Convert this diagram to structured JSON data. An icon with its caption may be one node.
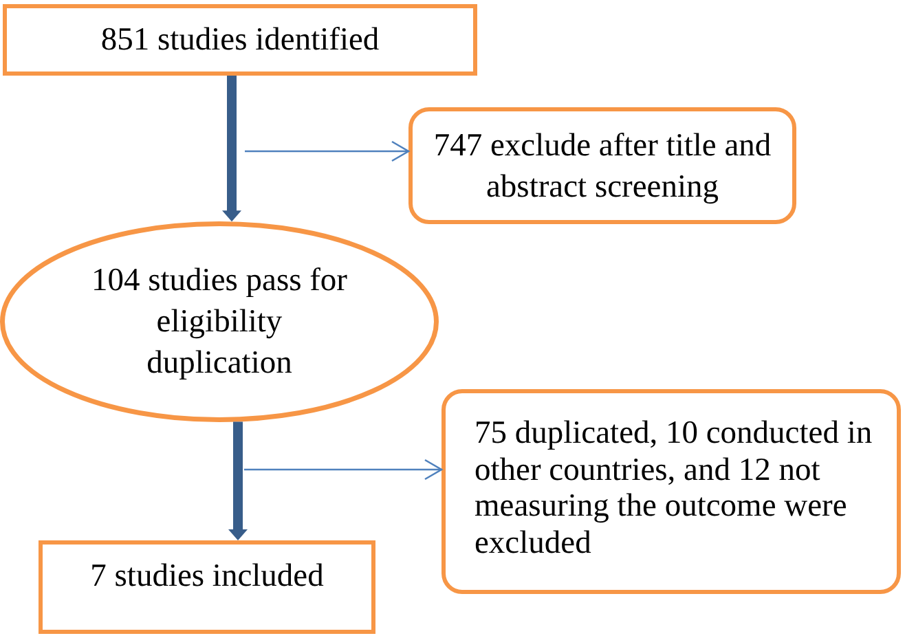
{
  "diagram": {
    "nodes": [
      {
        "text": [
          "851 studies identified"
        ]
      },
      {
        "text": [
          "747 exclude after title and abstract screening"
        ]
      },
      {
        "text": [
          "104 studies pass for eligibility duplication"
        ]
      },
      {
        "text": [
          "75 duplicated, 10 conducted in other countries, and 12 not measuring the outcome were excluded"
        ]
      },
      {
        "text": [
          "7 studies included"
        ]
      }
    ],
    "edges": [
      {
        "from": 0,
        "to": 2,
        "arrow": "to",
        "style": "thick",
        "color": "#385d8a"
      },
      {
        "from": null,
        "to": 1,
        "arrow": "to"
      },
      {
        "from": 2,
        "to": 4,
        "arrow": "to",
        "style": "thick",
        "color": "#385d8a"
      },
      {
        "from": null,
        "to": 3,
        "arrow": "to"
      }
    ]
  }
}
